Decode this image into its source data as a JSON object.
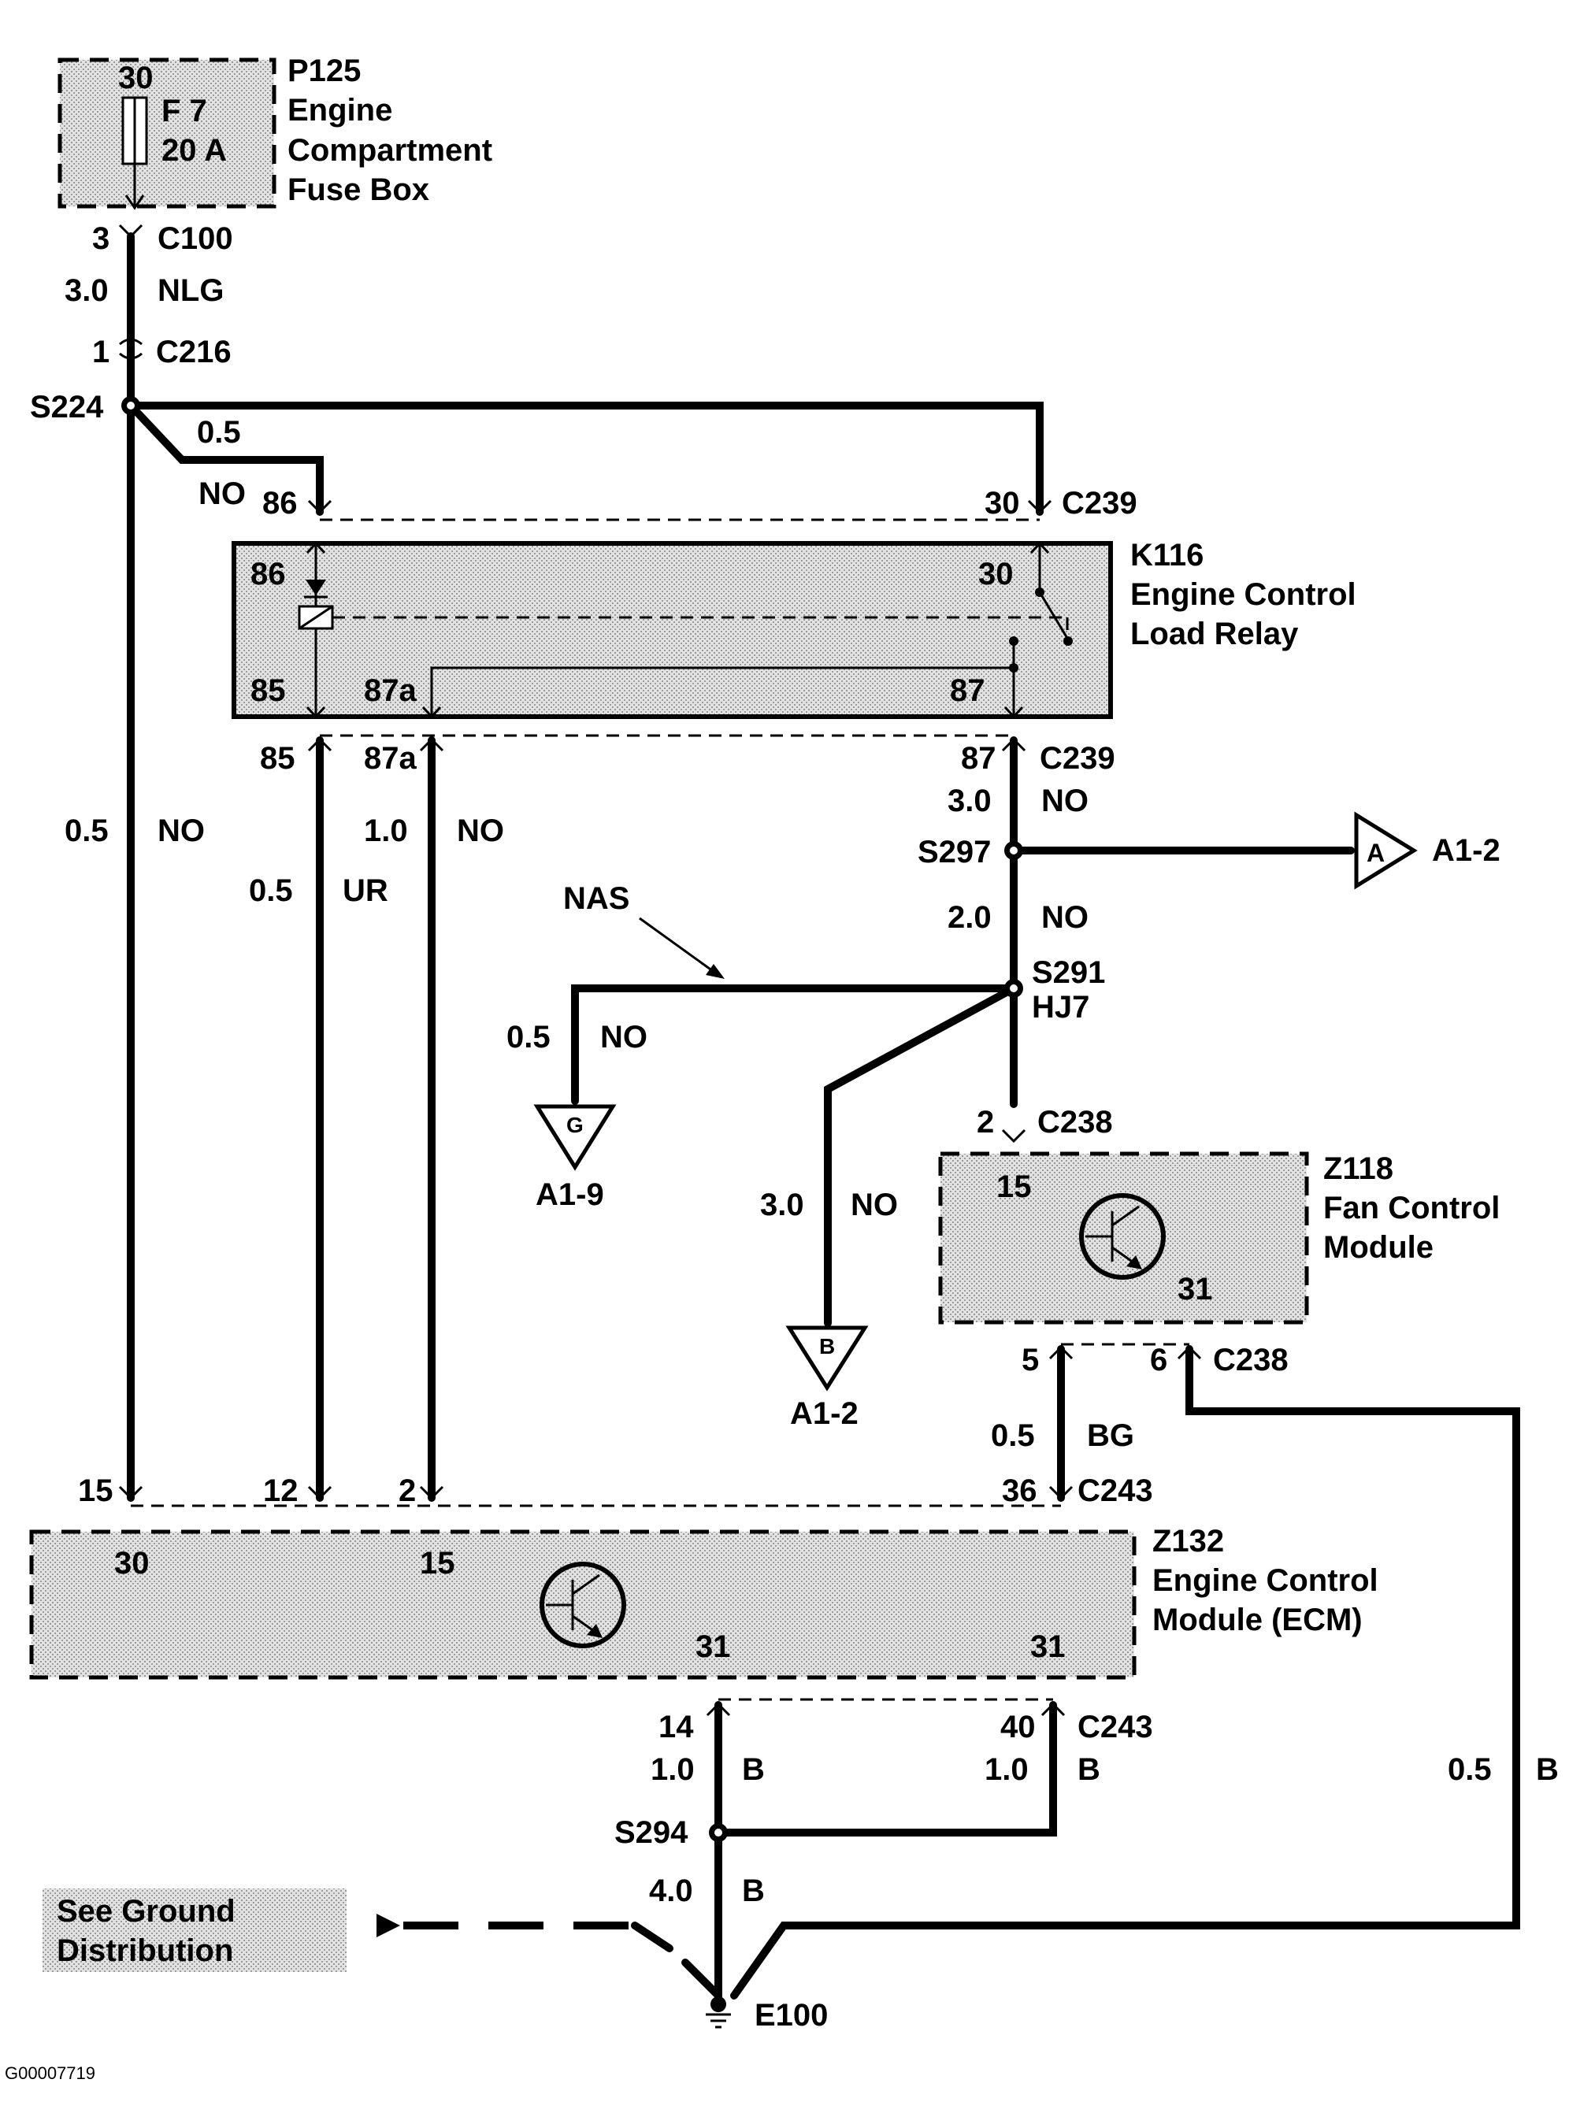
{
  "fuse_box": {
    "ref": "P125",
    "name_line1": "Engine",
    "name_line2": "Compartment",
    "name_line3": "Fuse Box",
    "pin": "30",
    "fuse": "F 7",
    "rating": "20 A"
  },
  "c100": {
    "pin": "3",
    "connector": "C100",
    "gauge": "3.0",
    "color": "NLG"
  },
  "c216": {
    "pin": "1",
    "connector": "C216"
  },
  "s224": {
    "label": "S224",
    "gauge": "0.5",
    "color": "NO"
  },
  "relay": {
    "ref": "K116",
    "name_line1": "Engine Control",
    "name_line2": "Load Relay",
    "pin86": "86",
    "pin30": "30",
    "pin85": "85",
    "pin87a": "87a",
    "pin87": "87"
  },
  "c239_top": {
    "pin86": "86",
    "pin30": "30",
    "connector": "C239"
  },
  "c239_bottom": {
    "pin85": "85",
    "pin87a": "87a",
    "pin87": "87",
    "connector": "C239"
  },
  "wires": {
    "left_gauge": "0.5",
    "left_color": "NO",
    "w85_gauge": "0.5",
    "w85_color": "UR",
    "w87a_gauge": "1.0",
    "w87a_color": "NO",
    "w87_gauge": "3.0",
    "w87_color": "NO",
    "s297_gauge": "2.0",
    "s297_color": "NO",
    "g_gauge": "0.5",
    "g_color": "NO",
    "b_gauge": "3.0",
    "b_color": "NO",
    "bg_gauge": "0.5",
    "bg_color": "BG",
    "right_gauge": "0.5",
    "right_color": "B",
    "gnd14_gauge": "1.0",
    "gnd14_color": "B",
    "gnd40_gauge": "1.0",
    "gnd40_color": "B",
    "gnd_main_gauge": "4.0",
    "gnd_main_color": "B"
  },
  "s297": {
    "label": "S297",
    "flag": "A",
    "dest": "A1-2"
  },
  "nas": {
    "label": "NAS"
  },
  "s291": {
    "label": "S291",
    "sub": "HJ7"
  },
  "off_g": {
    "flag": "G",
    "dest": "A1-9"
  },
  "off_b": {
    "flag": "B",
    "dest": "A1-2"
  },
  "c238_top": {
    "pin": "2",
    "connector": "C238"
  },
  "fan_module": {
    "ref": "Z118",
    "name_line1": "Fan Control",
    "name_line2": "Module",
    "pin15": "15",
    "pin31": "31"
  },
  "c238_bottom": {
    "pin5": "5",
    "pin6": "6",
    "connector": "C238"
  },
  "c243_top": {
    "pin15": "15",
    "pin12": "12",
    "pin2": "2",
    "pin36": "36",
    "connector": "C243"
  },
  "ecm": {
    "ref": "Z132",
    "name_line1": "Engine Control",
    "name_line2": "Module (ECM)",
    "pin30": "30",
    "pin15": "15",
    "pin31a": "31",
    "pin31b": "31"
  },
  "c243_bottom": {
    "pin14": "14",
    "pin40": "40",
    "connector": "C243"
  },
  "s294": {
    "label": "S294"
  },
  "ground": {
    "note_line1": "See Ground",
    "note_line2": "Distribution",
    "label": "E100"
  },
  "figure_id": "G00007719"
}
